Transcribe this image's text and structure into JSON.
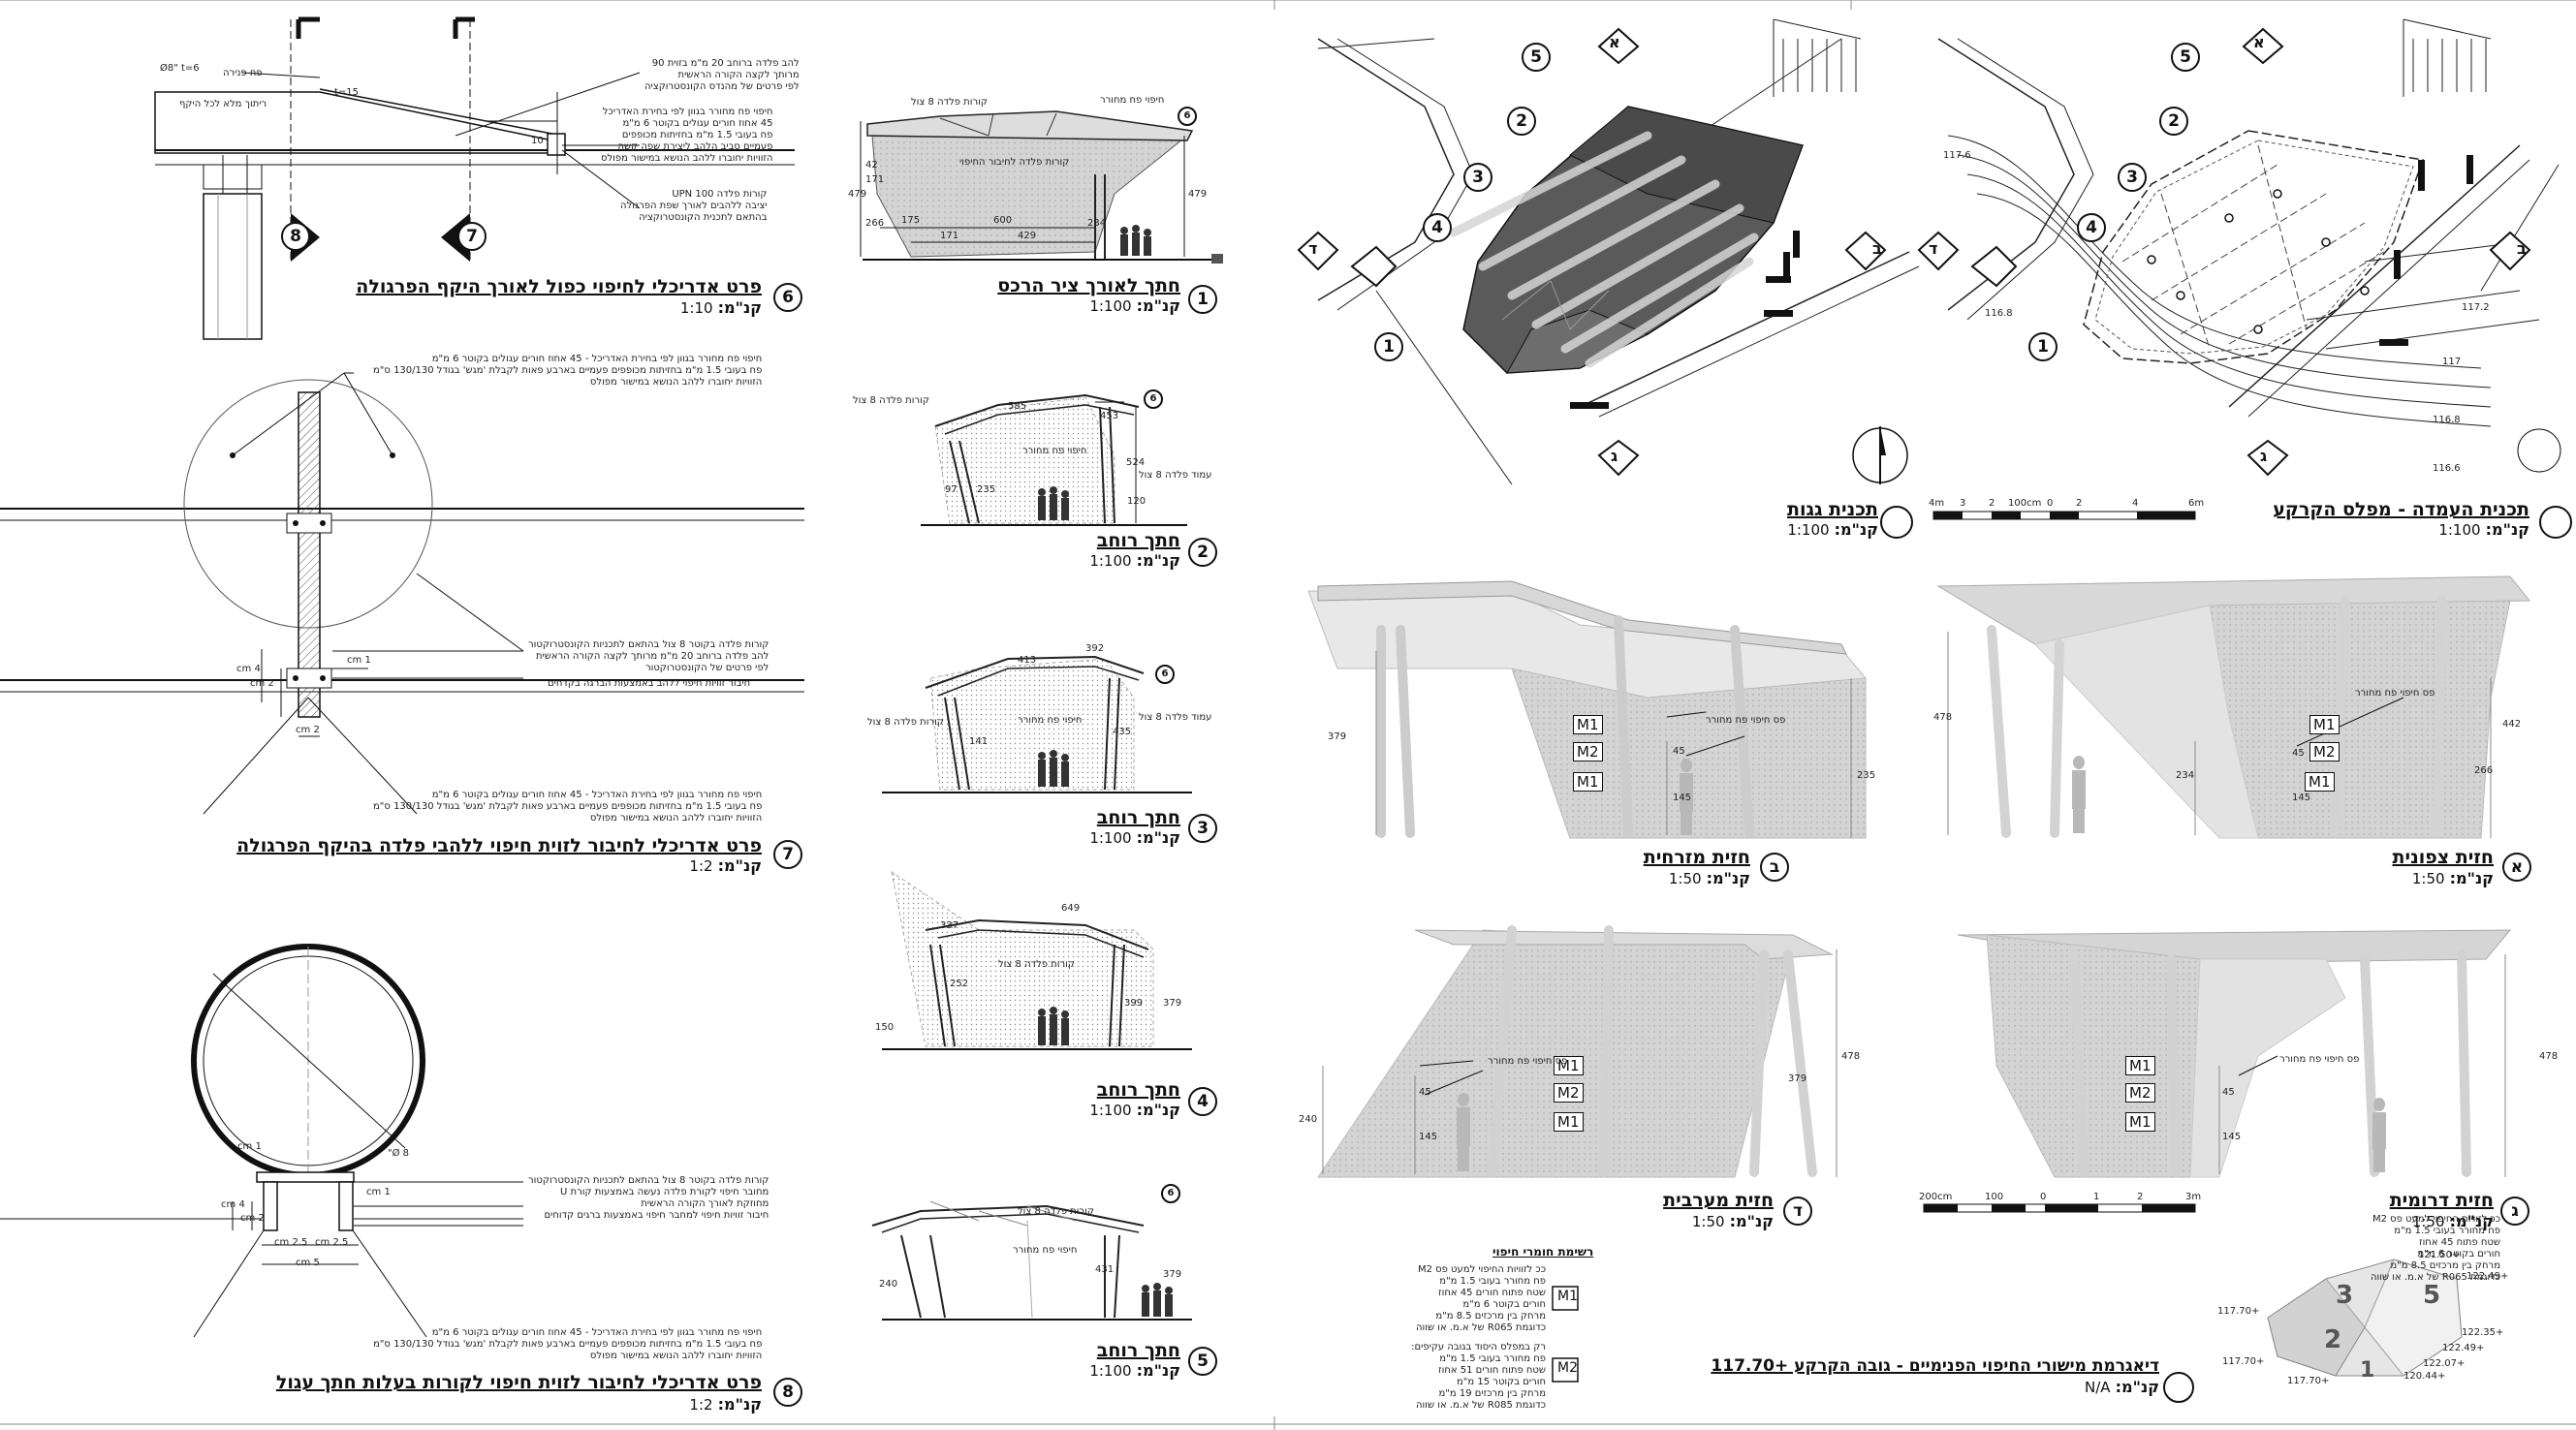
{
  "sheet_titles": {
    "t6": "פרט אדריכלי לחיפוי כפול לאורך היקף הפרגולה",
    "t7": "פרט אדריכלי לחיבור לזוית חיפוי ללהבי פלדה בהיקף הפרגולה",
    "t8": "פרט אדריכלי לחיבור לזוית חיפוי לקורות בעלות חתך עגול",
    "s1": "חתך לאורך ציר הרכס",
    "s2": "חתך רוחב",
    "s3": "חתך רוחב",
    "s4": "חתך רוחב",
    "s5": "חתך רוחב",
    "roof_plan": "תכנית גגות",
    "site_plan": "תכנית העמדה - מפלס הקרקע",
    "elev_east": "חזית מזרחית",
    "elev_north": "חזית צפונית",
    "elev_west": "חזית מערבית",
    "elev_south": "חזית דרומית",
    "diagram": "דיאגרמת מישורי החיפוי הפנימיים - גובה הקרקע +117.70",
    "materials": "רשימת חומרי חיפוי"
  },
  "scale_label": "קנ\"מ:",
  "scales": {
    "d6": "1:10",
    "d7": "1:2",
    "d8": "1:2",
    "s1": "1:100",
    "s2": "1:100",
    "s3": "1:100",
    "s4": "1:100",
    "s5": "1:100",
    "roof": "1:100",
    "site": "1:100",
    "east": "1:50",
    "north": "1:50",
    "west": "1:50",
    "south": "1:50",
    "diag": "N/A"
  },
  "numbers": {
    "n1": "1",
    "n2": "2",
    "n3": "3",
    "n4": "4",
    "n5": "5",
    "n6": "6",
    "n7": "7",
    "n8": "8"
  },
  "letters": {
    "a": "א",
    "b": "ב",
    "g": "ג",
    "d": "ד"
  },
  "notes": {
    "d6_top": "להב פלדה ברוחב 20 מ\"מ בזוית 90\nמרותך לקצה הקורה הראשית\nלפי פרטים של מהנדס הקונסטרוקציה",
    "d6_mid": "חיפוי פח מחורר בגוון לפי בחירת האדריכל\n45 אחוז חורים עגולים בקוטר 6 מ\"מ\nפח בעובי 1.5 מ\"מ בחזיתות מכופפים\nפעמיים סביב הלהב ליצירת שפה קשה\nהזוויות יחוברו ללהב הנושא במישור מפולס",
    "d6_bot": "קורות פלדה 100 UPN\nיציבה ללהבים לאורך שפת הפרגולה\nבהתאם לתכנית הקונסטרוקציה",
    "d6_lbl1": "פח פנירה",
    "d6_lbl2": "ריתוך מלא לכל היקף",
    "d7_top": "חיפוי פח מחורר בגוון לפי בחירת האדריכל - 45 אחוז חורים עגולים בקוטר 6 מ\"מ\nפח בעובי 1.5 מ\"מ בחזיתות מכופפים פעמיים בארבע פאות לקבלת 'מגש' בגודל 130/130 ס\"מ\nהזוויות יחוברו ללהב הנושא במישור מפולס",
    "d7_mid": "קורות פלדה בקוטר 8 צול בהתאם לתכניות הקונסטרוקטור\nלהב פלדה ברוחב 20 מ\"מ מרותך לקצה הקורה הראשית\nלפי פרטים של הקונסטרוקטור",
    "d7_mid2": "חיבור זוויות חיפוי ללהב באמצעות הברגה בקדחים",
    "d8_top": "חיפוי פח מחורר בגוון לפי בחירת האדריכל - 45 אחוז חורים עגולים בקוטר 6 מ\"מ\nפח בעובי 1.5 מ\"מ בחזיתות מכופפים פעמיים בארבע פאות לקבלת 'מגש' בגודל 130/130 ס\"מ\nהזוויות יחוברו ללהב הנושא במישור מפולס",
    "d8_mid": "קורות פלדה בקוטר 8 צול בהתאם לתכניות הקונסטרוקטור\nמחובר חיפוי לקורת פלדה נעשה באמצעות קורת U\nמחוזקת לאורך הקורה הראשית\nחיבור זוויות חיפוי למחבר חיפוי באמצעות ברגים קדוחים",
    "sec_beam": "קורות פלדה 8 צול",
    "sec_mesh": "חיפוי פח מחורר",
    "sec_col": "עמוד פלדה 8 צול",
    "sec_beam_steel": "קורות פלדה לחיבור החיפוי",
    "elev_mesh": "פס חיפוי פח מחורר",
    "mat_m1": "ככ לזוויות החיפוי למעט פס M2\nפח מחורר בעובי 1.5 מ\"מ\nשטח פתוח חורים 45 אחוז\nחורים בקוטר 6 מ\"מ\nמרחק בין מרכזים 8.5 מ\"מ\nכדוגמת R065 של א.מ. או שווה",
    "mat_m2": "רק במפלס היסוד בגובה עקיפים:\nפח מחורר בעובי 1.5 מ\"מ\nשטח פתוח חורים 51 אחוז\nחורים בקוטר 15 מ\"מ\nמרחק בין מרכזים 19 מ\"מ\nכדוגמת R085 של א.מ. או שווה",
    "diag_note": "ככ לזוויות החיפוי למעט פס M2\nפח מחורר בעובי 1.5 מ\"מ\nשטח פתוח 45 אחוז\nחורים בקוטר 6 מ\"מ\nמרחק בין מרכזים 8.5 מ\"מ\nכדוגמת R065 של א.מ. או שווה"
  },
  "dims": {
    "s1": [
      "42",
      "171",
      "479",
      "266",
      "175",
      "600",
      "171",
      "429",
      "234",
      "479"
    ],
    "s2": [
      "585",
      "453",
      "97",
      "235",
      "524",
      "120"
    ],
    "s3": [
      "413",
      "392",
      "141",
      "435"
    ],
    "s4": [
      "337",
      "649",
      "252",
      "399",
      "379",
      "150"
    ],
    "s5": [
      "240",
      "431",
      "379"
    ],
    "east": [
      "379",
      "45",
      "145",
      "235"
    ],
    "north": [
      "478",
      "234",
      "45",
      "145",
      "266",
      "442"
    ],
    "west": [
      "240",
      "45",
      "145",
      "379",
      "478"
    ],
    "south": [
      "45",
      "145",
      "478"
    ],
    "d7": [
      "4 cm",
      "2 cm",
      "1 cm",
      "2 cm"
    ],
    "d8": [
      "1 cm",
      "Ø 8\"",
      "1 cm",
      "4 cm",
      "2 cm",
      "2.5 cm",
      "2.5 cm",
      "5 cm"
    ],
    "d6": [
      "Ø8\" t=6",
      "t=15",
      "10"
    ]
  },
  "tags": {
    "m1": "M1",
    "m2": "M2"
  },
  "scalebar_plan": [
    "4m",
    "3",
    "2",
    "100cm",
    "0",
    "2",
    "4",
    "6m"
  ],
  "scalebar_elev": [
    "200cm",
    "100",
    "0",
    "1",
    "2",
    "3m"
  ],
  "levels": {
    "site": [
      "117.2",
      "117",
      "116.8",
      "116.6",
      "117.6",
      "116.8"
    ],
    "diag": [
      "+121.50",
      "+122.49",
      "+117.70",
      "+122.35",
      "+122.49",
      "+122.07",
      "+120.44",
      "+117.70",
      "+117.70"
    ]
  },
  "diag_faces": [
    "1",
    "2",
    "3",
    "5"
  ]
}
